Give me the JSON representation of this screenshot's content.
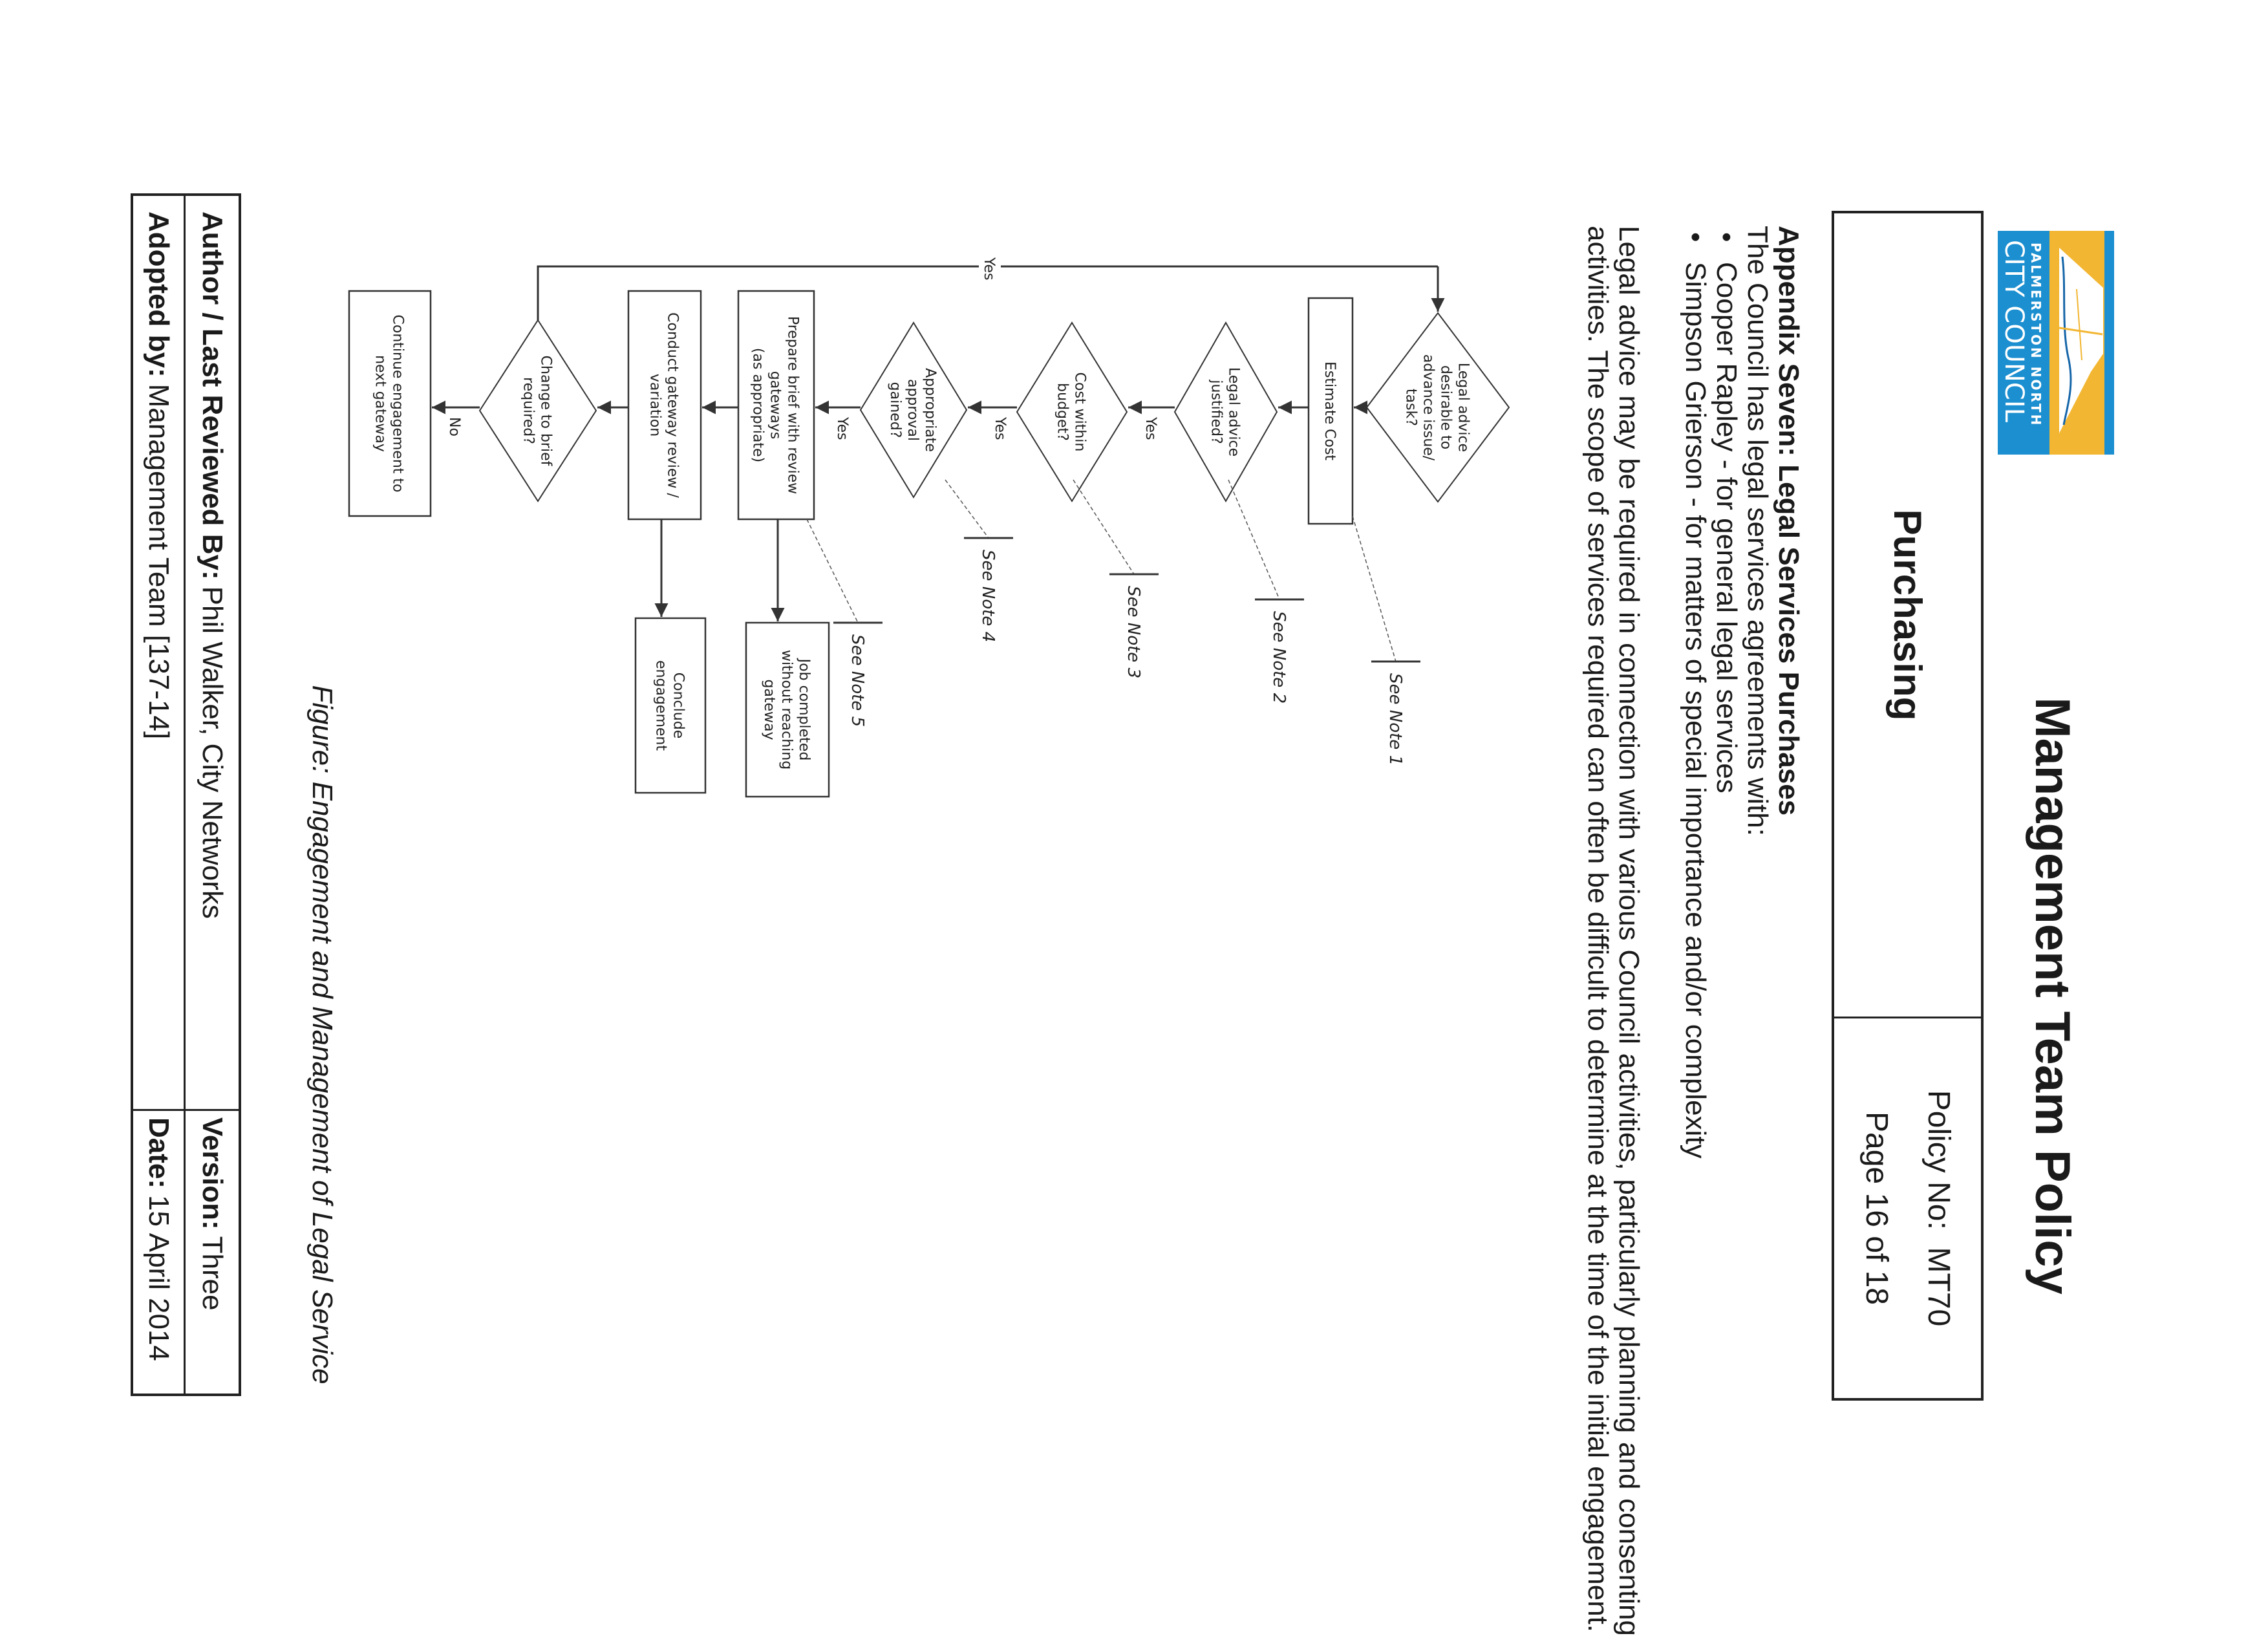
{
  "logo": {
    "line1": "PALMERSTON NORTH",
    "line2": "CITY COUNCIL",
    "colors": {
      "blue": "#1b8fd0",
      "yellow": "#f2b632"
    }
  },
  "header": {
    "title": "Management Team Policy",
    "section": "Purchasing",
    "policy_no_label": "Policy No:",
    "policy_no": "MT70",
    "page": "Page 16 of 18"
  },
  "body": {
    "heading": "Appendix Seven:  Legal Services Purchases",
    "intro": "The Council has legal services agreements with:",
    "bullets": [
      "Cooper Rapley - for general legal services",
      "Simpson Grierson - for matters of special importance and/or complexity"
    ],
    "paragraph": "Legal advice may be required in connection with various Council activities, particularly planning and consenting activities.  The scope of services required can often be difficult to determine at the time of the initial engagement."
  },
  "flowchart": {
    "nodes": {
      "d1": [
        "Legal advice",
        "desirable to",
        "advance issue/",
        "task?"
      ],
      "estimate": [
        "Estimate Cost"
      ],
      "d2": [
        "Legal advice",
        "justified?"
      ],
      "d3": [
        "Cost within",
        "budget?"
      ],
      "d4": [
        "Appropriate",
        "approval",
        "gained?"
      ],
      "prepare": [
        "Prepare brief with review",
        "gateways",
        "(as appropriate)"
      ],
      "conduct": [
        "Conduct gateway review /",
        "variation"
      ],
      "d5": [
        "Change to brief",
        "required?"
      ],
      "continue": [
        "Continue engagement to",
        "next gateway"
      ],
      "job": [
        "Job completed",
        "without reaching",
        "gateway"
      ],
      "conclude": [
        "Conclude",
        "engagement"
      ]
    },
    "notes": [
      "See Note 1",
      "See Note 2",
      "See Note 3",
      "See Note 4",
      "See Note 5"
    ],
    "yes": "Yes",
    "no": "No"
  },
  "figure_caption": "Figure: Engagement and Management of Legal Service",
  "footer": {
    "author_label": "Author / Last Reviewed By:",
    "author_value": "Phil Walker, City Networks",
    "version_label": "Version:",
    "version_value": "Three",
    "adopted_label": "Adopted by:",
    "adopted_value": "Management Team  [137-14]",
    "date_label": "Date:",
    "date_value": "15 April 2014"
  }
}
